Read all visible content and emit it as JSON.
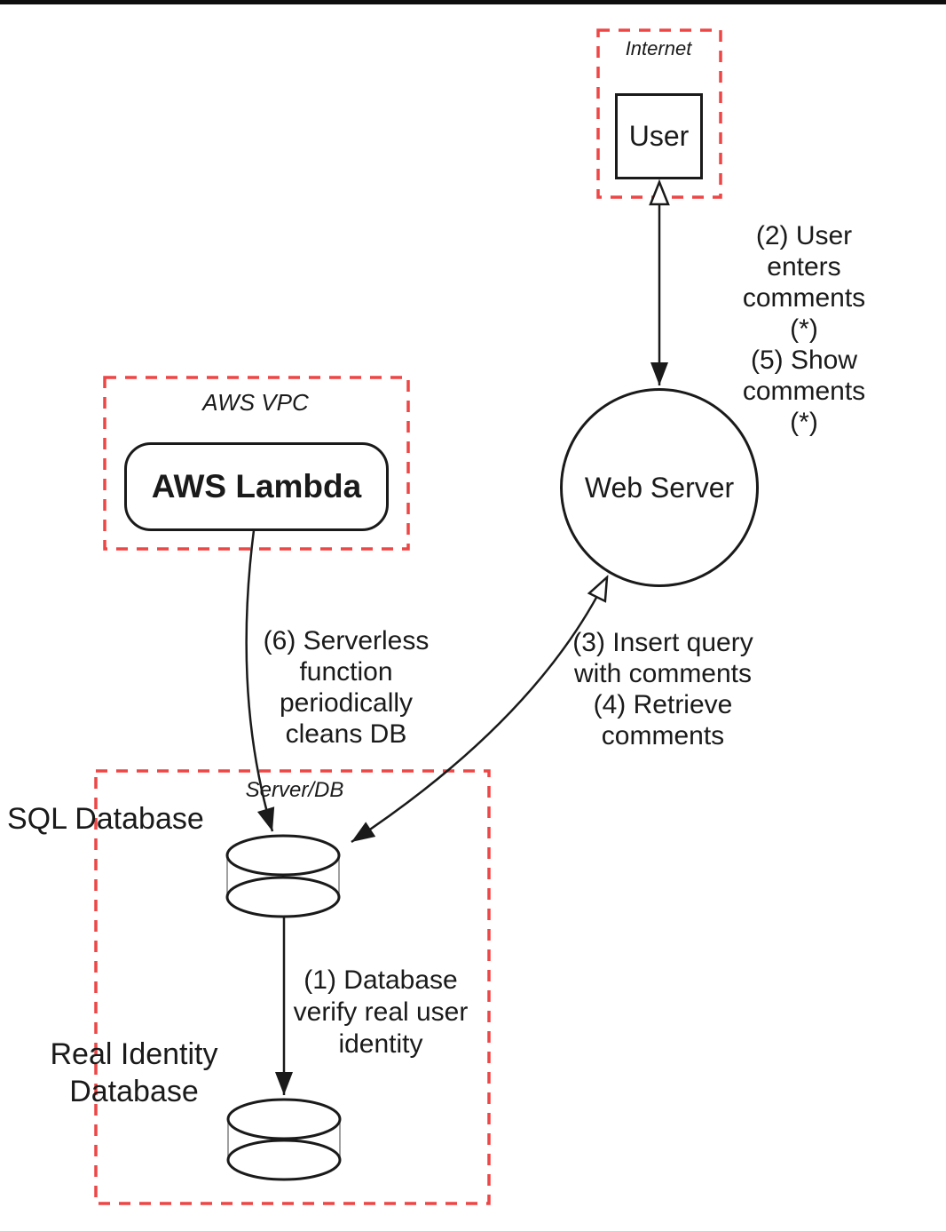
{
  "colors": {
    "frame_red": "#ee4545",
    "stroke": "#1a1a1a",
    "top_bar": "#0e0e0e"
  },
  "groups": {
    "internet": {
      "label": "Internet"
    },
    "aws_vpc": {
      "label": "AWS VPC"
    },
    "server_db": {
      "label": "Server/DB"
    }
  },
  "nodes": {
    "user": {
      "label": "User"
    },
    "web_server": {
      "label": "Web Server"
    },
    "aws_lambda": {
      "label": "AWS Lambda"
    },
    "sql_database": {
      "label": "SQL Database"
    },
    "real_identity_database": {
      "label": "Real Identity\nDatabase"
    }
  },
  "edge_labels": {
    "user_webserver": "(2) User enters\ncomments (*)\n(5) Show comments\n(*)",
    "webserver_database": "(3) Insert query\nwith comments\n(4) Retrieve\ncomments",
    "lambda_database": "(6) Serverless\nfunction\nperiodically\ncleans DB",
    "database_identity": "(1) Database\nverify real user\nidentity"
  }
}
